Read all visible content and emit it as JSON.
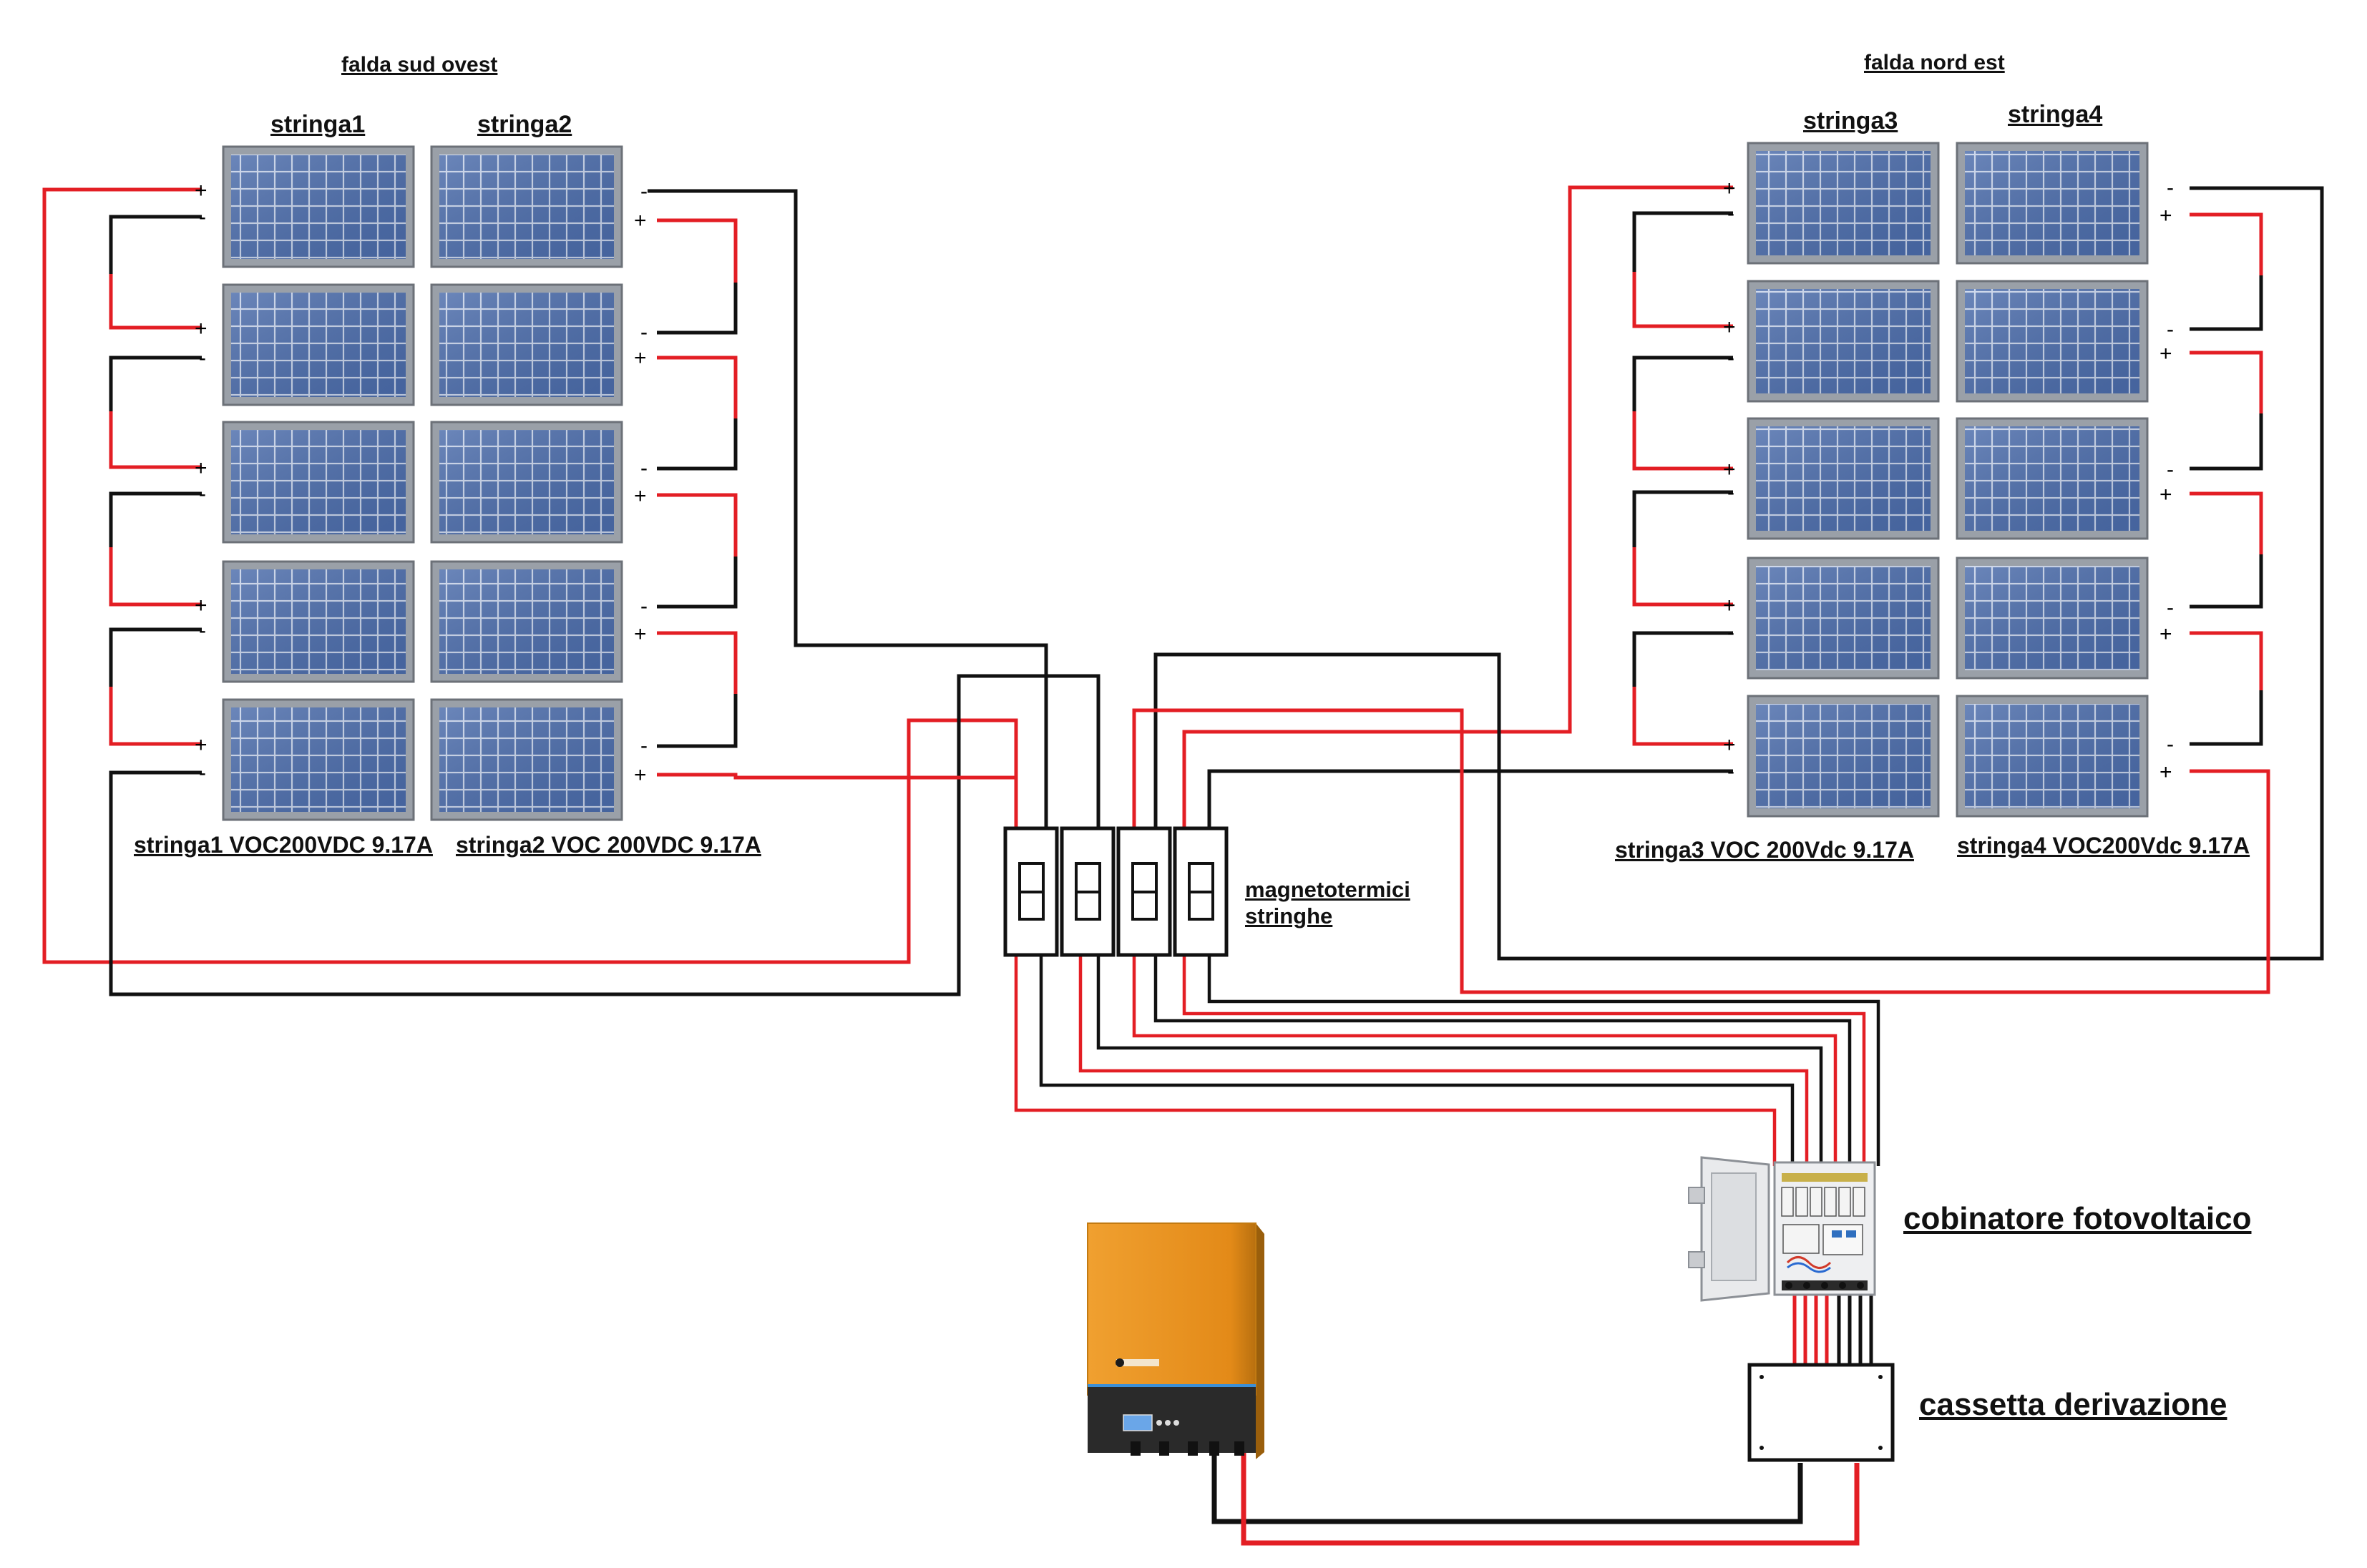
{
  "sections": {
    "left_title": "falda sud ovest",
    "right_title": "falda nord est"
  },
  "strings": {
    "s1": {
      "name": "stringa1",
      "spec": "stringa1 VOC200VDC 9.17A"
    },
    "s2": {
      "name": "stringa2",
      "spec": "stringa2 VOC 200VDC 9.17A"
    },
    "s3": {
      "name": "stringa3",
      "spec": "stringa3 VOC 200Vdc 9.17A"
    },
    "s4": {
      "name": "stringa4",
      "spec": "stringa4 VOC200Vdc 9.17A"
    }
  },
  "components": {
    "breakers_label_line1": "magnetotermici",
    "breakers_label_line2": "stringhe",
    "combiner_label": "cobinatore fotovoltaico",
    "junction_label": "cassetta derivazione"
  },
  "terminals": {
    "plus": "+",
    "minus": "-"
  },
  "colors": {
    "positive_wire": "#e31e24",
    "negative_wire": "#111111",
    "panel_cell": "#4a6aa8",
    "panel_frame": "#8a8f96",
    "inverter_body": "#e8951f",
    "inverter_base": "#2a2a2a"
  }
}
